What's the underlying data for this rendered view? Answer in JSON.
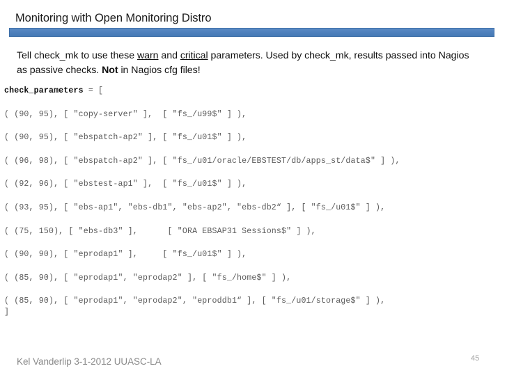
{
  "slide": {
    "title": "Monitoring with Open Monitoring Distro",
    "accent_color": "#4F81BD",
    "intro": {
      "part1": "Tell check_mk to use these ",
      "warn": "warn",
      "part2": " and ",
      "critical": "critical",
      "part3": " parameters. Used by check_mk, results passed into Nagios as passive checks.  ",
      "not": "Not",
      "part4": " in Nagios cfg files!"
    },
    "code": {
      "header_keyword": "check_parameters",
      "header_rest": " = [",
      "lines": [
        "( (90, 95), [ \"copy-server\" ],  [ \"fs_/u99$\" ] ),",
        "( (90, 95), [ \"ebspatch-ap2\" ], [ \"fs_/u01$\" ] ),",
        "( (96, 98), [ \"ebspatch-ap2\" ], [ \"fs_/u01/oracle/EBSTEST/db/apps_st/data$\" ] ),",
        "( (92, 96), [ \"ebstest-ap1\" ],  [ \"fs_/u01$\" ] ),",
        "( (93, 95), [ \"ebs-ap1\", \"ebs-db1\", \"ebs-ap2\", \"ebs-db2“ ], [ \"fs_/u01$\" ] ),",
        "( (75, 150), [ \"ebs-db3\" ],      [ \"ORA EBSAP31 Sessions$\" ] ),",
        "( (90, 90), [ \"eprodap1\" ],     [ \"fs_/u01$\" ] ),",
        "( (85, 90), [ \"eprodap1\", \"eprodap2\" ], [ \"fs_/home$\" ] ),",
        "( (85, 90), [ \"eprodap1\", \"eprodap2\", \"eproddb1“ ], [ \"fs_/u01/storage$\" ] ),"
      ],
      "closing_bracket": "]"
    },
    "footer": {
      "author_line": "Kel Vanderlip 3-1-2012 UUASC-LA",
      "slide_number": "45"
    }
  }
}
